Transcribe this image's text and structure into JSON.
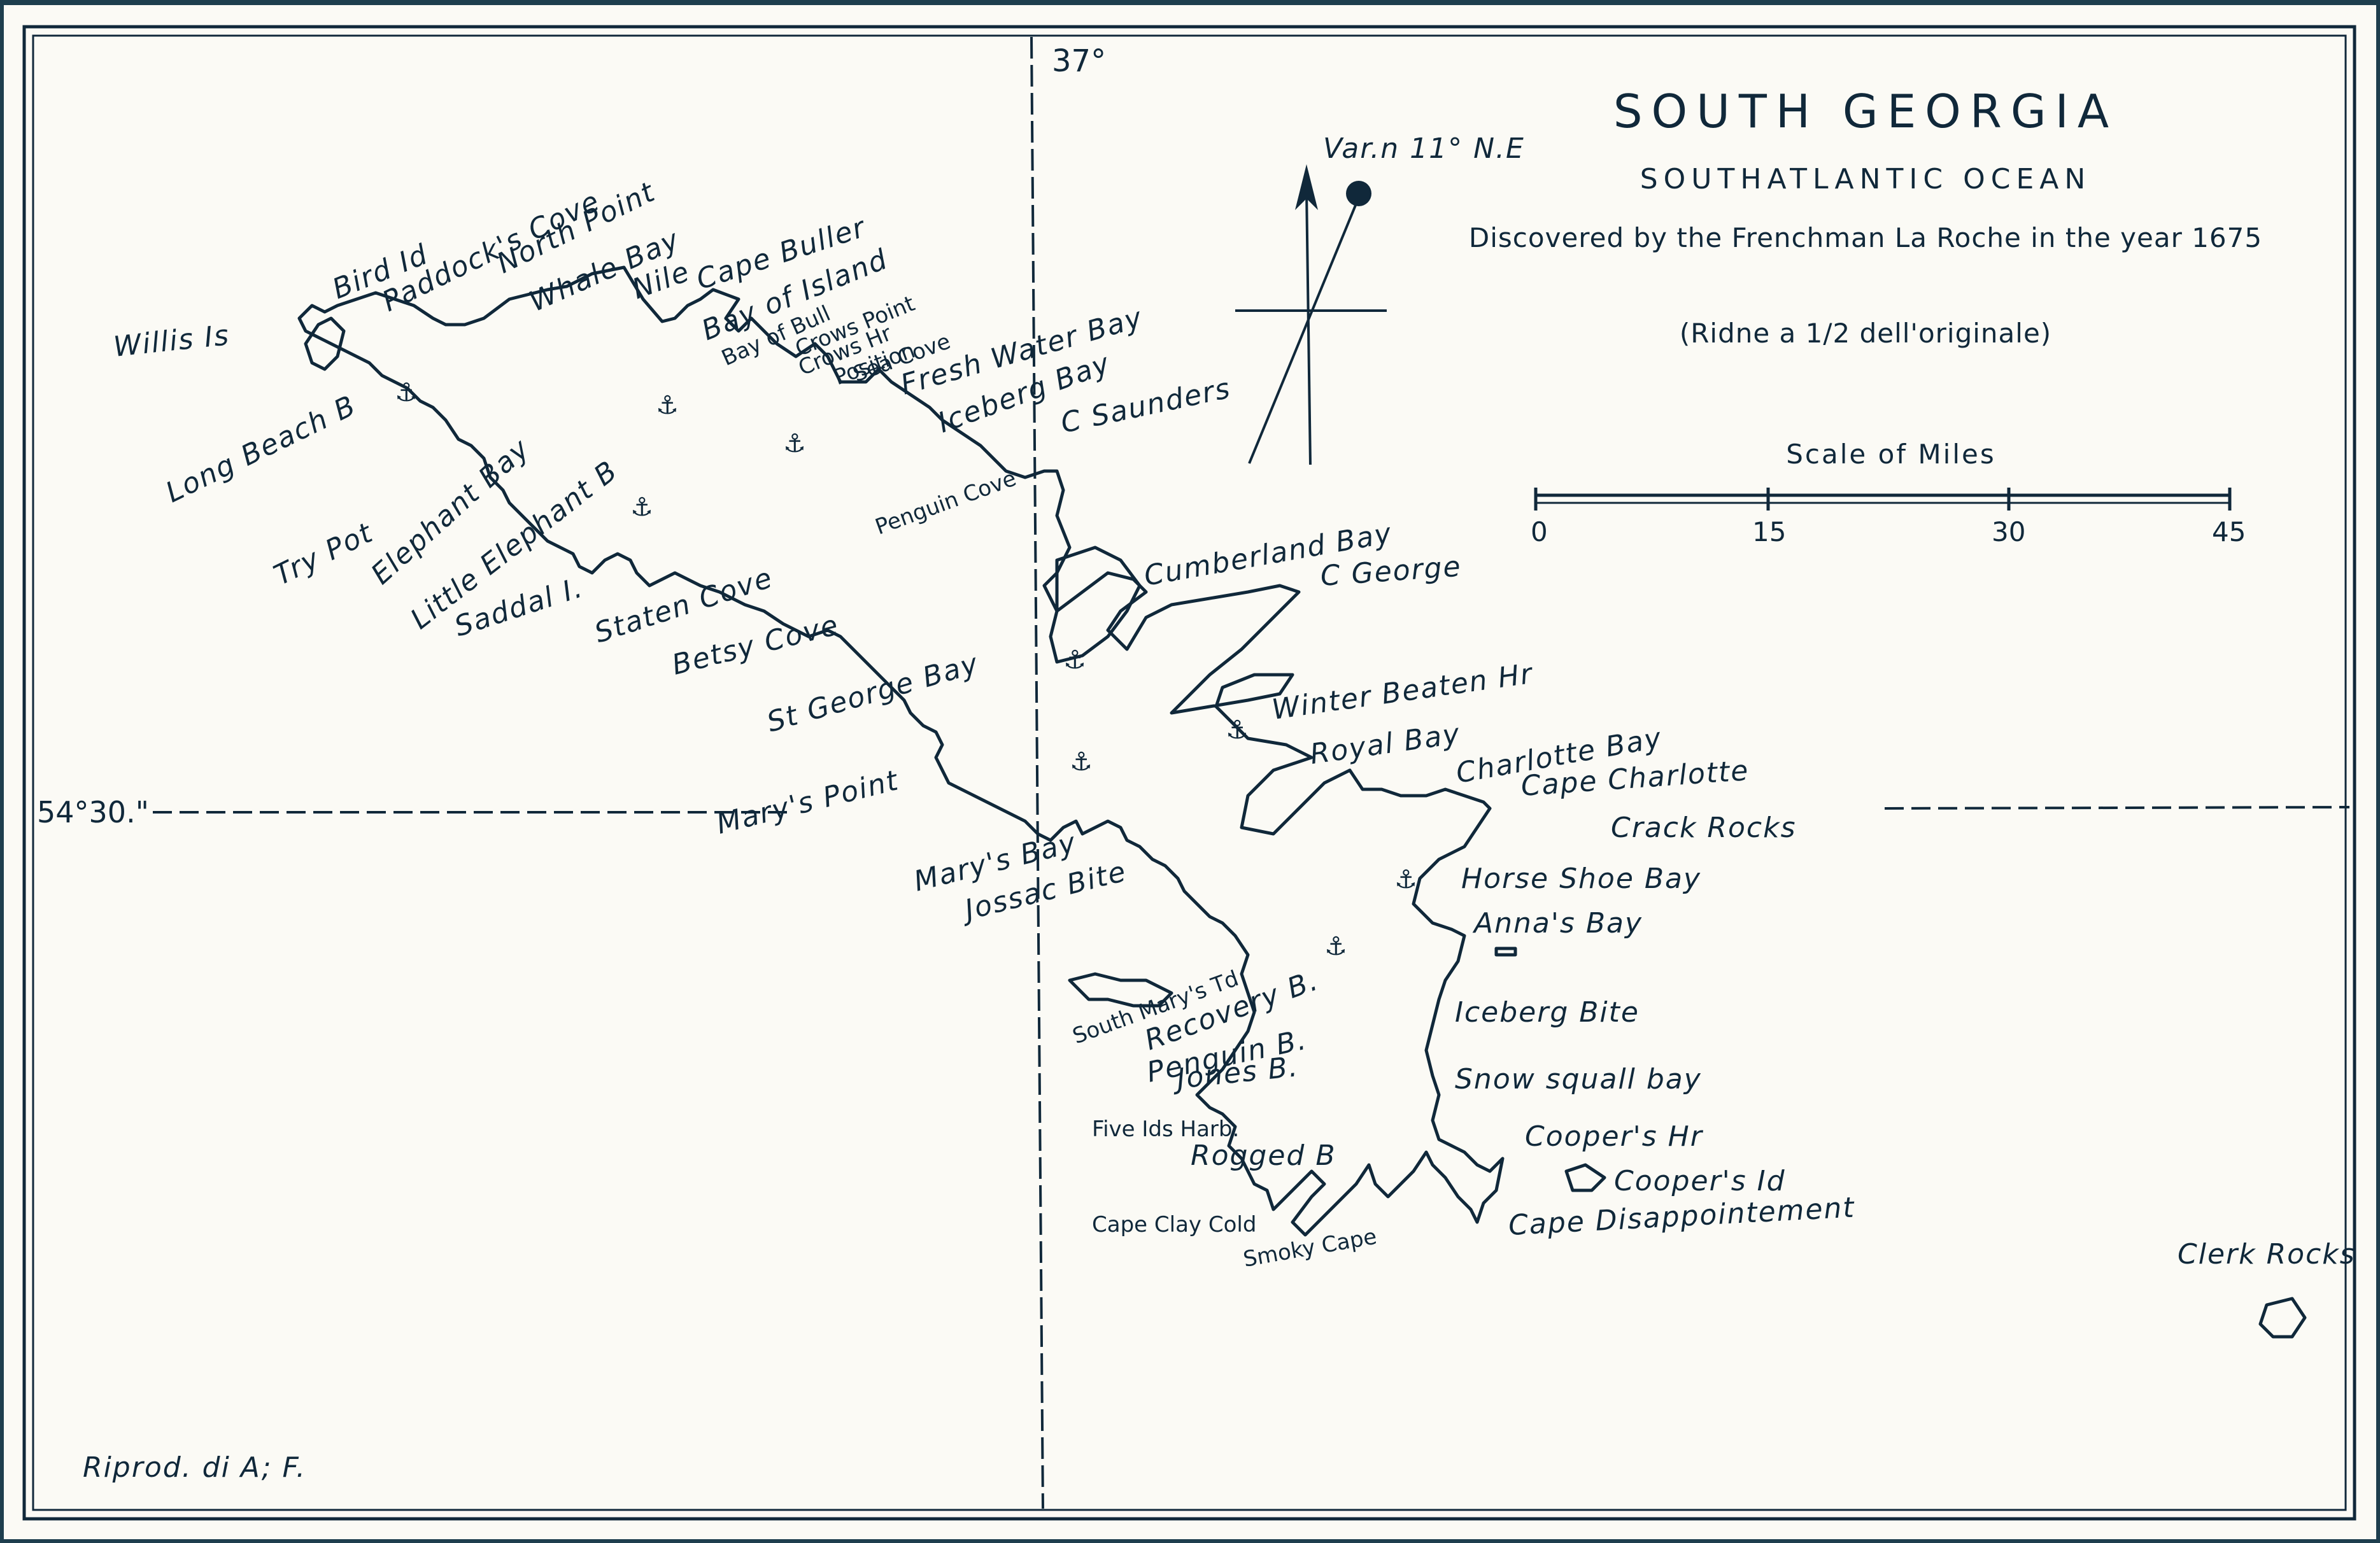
{
  "title": {
    "main": "SOUTH GEORGIA",
    "ocean": "SOUTHATLANTIC OCEAN",
    "discovered": "Discovered by the Frenchman La Roche in the year 1675",
    "reduction": "(Ridne a 1/2 dell'originale)"
  },
  "compass": {
    "variation": "Var.n 11° N.E"
  },
  "scale": {
    "title": "Scale of Miles",
    "ticks": [
      "0",
      "15",
      "30",
      "45"
    ]
  },
  "graticule": {
    "longitude": "37°",
    "latitude": "54°30.\""
  },
  "credit": "Riprod. di A; F.",
  "labels": {
    "willis": "Willis Is",
    "bird": "Bird Id",
    "paddocks": "Paddock's Cove",
    "north_point": "North Point",
    "whale_bay": "Whale Bay",
    "nile": "Nile",
    "cape_buller": "Cape Buller",
    "bay_of_island": "Bay of Island",
    "bay_of_bull": "Bay of Bull",
    "crows_point": "Crows Point",
    "crows_hr": "Crows Hr",
    "position": "Position",
    "sea_cove": "Sea Cove",
    "fresh_water": "Fresh Water Bay",
    "iceberg_bay": "Iceberg Bay",
    "c_saunders": "C Saunders",
    "penguin_cove": "Penguin Cove",
    "long_beach": "Long Beach B",
    "try_pot": "Try Pot",
    "elephant_bay": "Elephant Bay",
    "little_elephant": "Little Elephant B",
    "saddal": "Saddal I.",
    "staten_cove": "Staten Cove",
    "betsy_cove": "Betsy Cove",
    "st_george": "St George Bay",
    "cumberland": "Cumberland Bay",
    "c_george": "C George",
    "marys_point": "Mary's Point",
    "winter_beaten": "Winter Beaten Hr",
    "royal_bay": "Royal Bay",
    "charlotte_bay": "Charlotte Bay",
    "cape_charlotte": "Cape Charlotte",
    "crack_rocks": "Crack Rocks",
    "marys_bay": "Mary's Bay",
    "jossac": "Jossac Bite",
    "horse_shoe": "Horse Shoe Bay",
    "annas_bay": "Anna's Bay",
    "iceberg_bite": "Iceberg Bite",
    "snow_squall": "Snow squall bay",
    "coopers_hr": "Cooper's Hr",
    "coopers_id": "Cooper's Id",
    "cape_disappointment": "Cape Disappointement",
    "south_marys": "South Mary's Td",
    "recovery": "Recovery B.",
    "penguin_b": "Penguin B.",
    "jones": "Jones B.",
    "five_ids": "Five Ids Harb.",
    "rogged": "Rogged B",
    "cape_clay": "Cape Clay Cold",
    "smoky": "Smoky Cape",
    "clerk_rocks": "Clerk Rocks"
  },
  "colors": {
    "ink": "#10283a",
    "paper": "#fbfaf5",
    "mat": "#1e3e4e"
  }
}
